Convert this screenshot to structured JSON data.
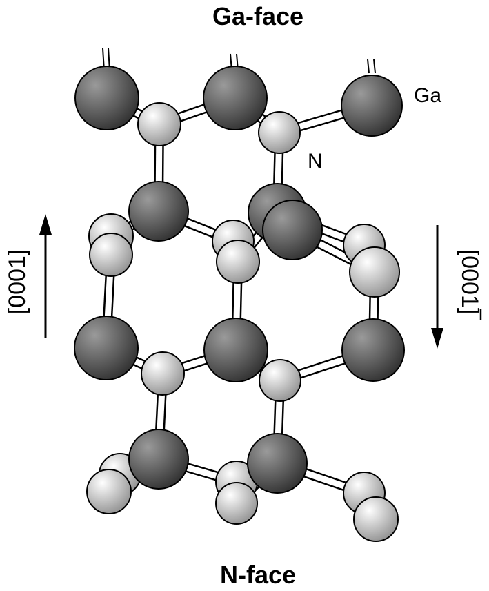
{
  "titles": {
    "top": "Ga-face",
    "bottom": "N-face"
  },
  "atom_labels": {
    "ga": "Ga",
    "n": "N"
  },
  "directions": {
    "left": "[0001]",
    "right": "[0001]",
    "right_overbar_digit": "1"
  },
  "colors": {
    "ga_light": "#9a9a9a",
    "ga_dark": "#2c2c2c",
    "n_light": "#ffffff",
    "n_dark": "#8a8a8a",
    "outline": "#000000",
    "bond_fill": "#ffffff"
  }
}
